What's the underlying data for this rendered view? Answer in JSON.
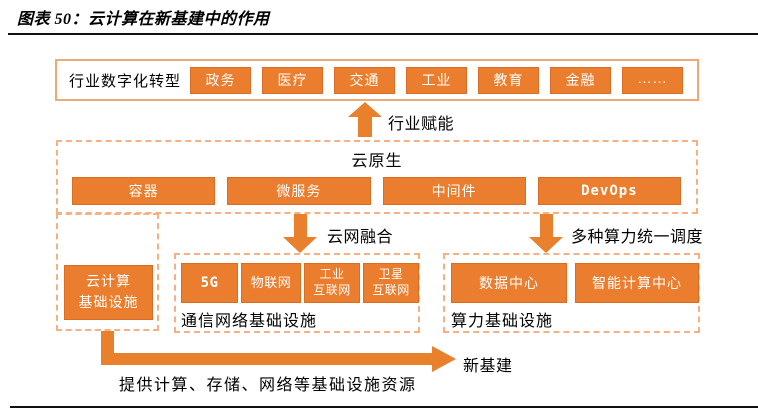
{
  "title": "图表 50：云计算在新基建中的作用",
  "top_row": {
    "label": "行业数字化转型",
    "items": [
      "政务",
      "医疗",
      "交通",
      "工业",
      "教育",
      "金融",
      "……"
    ]
  },
  "up_arrow_label": "行业赋能",
  "cloud_native": {
    "title": "云原生",
    "items": [
      "容器",
      "微服务",
      "中间件",
      "DevOps"
    ]
  },
  "fusion_label": "云网融合",
  "scheduling_label": "多种算力统一调度",
  "cloud_infra": {
    "l1": "云计算",
    "l2": "基础设施"
  },
  "network_infra": {
    "label": "通信网络基础设施",
    "items": [
      {
        "l1": "5G"
      },
      {
        "l1": "物联网"
      },
      {
        "l1": "工业",
        "l2": "互联网"
      },
      {
        "l1": "卫星",
        "l2": "互联网"
      }
    ]
  },
  "computing_infra": {
    "label": "算力基础设施",
    "items": [
      "数据中心",
      "智能计算中心"
    ]
  },
  "bottom": {
    "target": "新基建",
    "caption": "提供计算、存储、网络等基础设施资源"
  },
  "colors": {
    "orange_fill": "#EB7D2E",
    "orange_border": "#D96D23",
    "dashed_border": "#F5B183",
    "solid_panel_border": "#F0A875",
    "arrow": "#E8802C",
    "rule": "#101010"
  }
}
